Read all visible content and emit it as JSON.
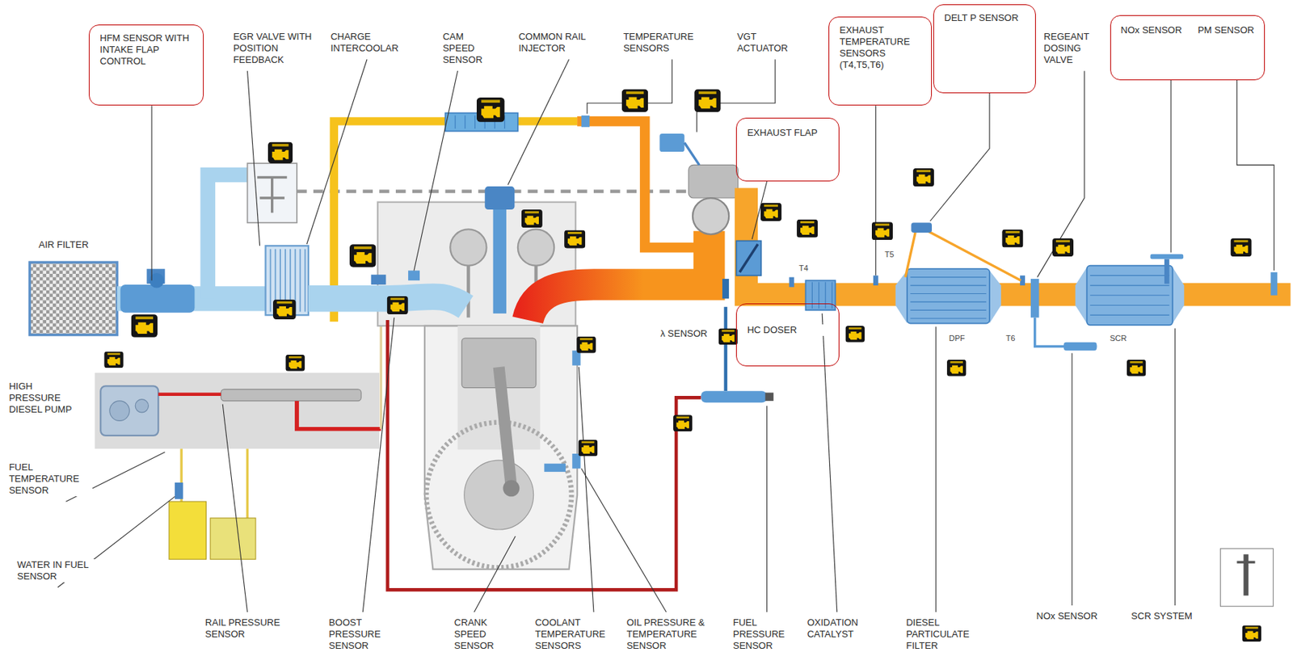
{
  "diagram": {
    "nodes": [
      {
        "text": [
          "HFM SENSOR WITH INTAKE FLAP CONTROL"
        ]
      },
      {
        "text": [
          "EXHAUST TEMPERATURE SENSORS (T4,T5,T6)"
        ]
      },
      {
        "text": [
          "DELT P SENSOR"
        ]
      },
      {
        "text": [
          "NOx SENSOR",
          "PM SENSOR"
        ]
      },
      {
        "text": [
          "EXHAUST FLAP"
        ]
      },
      {
        "text": [
          "HC DOSER"
        ]
      }
    ],
    "labels": [
      "EGR VALVE WITH POSITION FEEDBACK",
      "CHARGE INTERCOOLAR",
      "CAM SPEED SENSOR",
      "COMMON RAIL INJECTOR",
      "TEMPERATURE SENSORS",
      "VGT ACTUATOR",
      "REGEANT DOSING VALVE",
      "AIR FILTER",
      "T4",
      "T5",
      "DPF",
      "T6",
      "SCR",
      "λ SENSOR",
      "HIGH PRESSURE DIESEL PUMP",
      "FUEL TEMPERATURE SENSOR",
      "WATER IN FUEL SENSOR",
      "RAIL PRESSURE SENSOR",
      "BOOST PRESSURE SENSOR",
      "CRANK SPEED SENSOR",
      "COOLANT TEMPERATURE SENSORS",
      "OIL PRESSURE & TEMPERATURE SENSOR",
      "FUEL PRESSURE SENSOR",
      "OXIDATION CATALYST",
      "DIESEL PARTICULATE FILTER",
      "NOx SENSOR",
      "SCR SYSTEM"
    ]
  }
}
